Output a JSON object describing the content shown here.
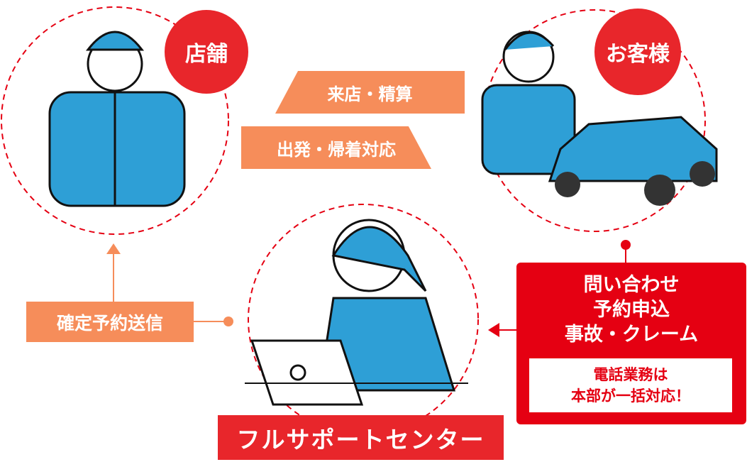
{
  "store": {
    "label": "店舗"
  },
  "customer": {
    "label": "お客様"
  },
  "flows": {
    "visit": "来店・精算",
    "departure": "出発・帰着対応",
    "send": "確定予約送信"
  },
  "inquiry": {
    "lines": [
      "問い合わせ",
      "予約申込",
      "事故・クレーム"
    ],
    "note": [
      "電話業務は",
      "本部が一括対応！"
    ]
  },
  "center": {
    "label": "フルサポートセンター"
  },
  "colors": {
    "red": "#e50012",
    "orange": "#f68d5a",
    "blue": "#2e9fd6"
  }
}
